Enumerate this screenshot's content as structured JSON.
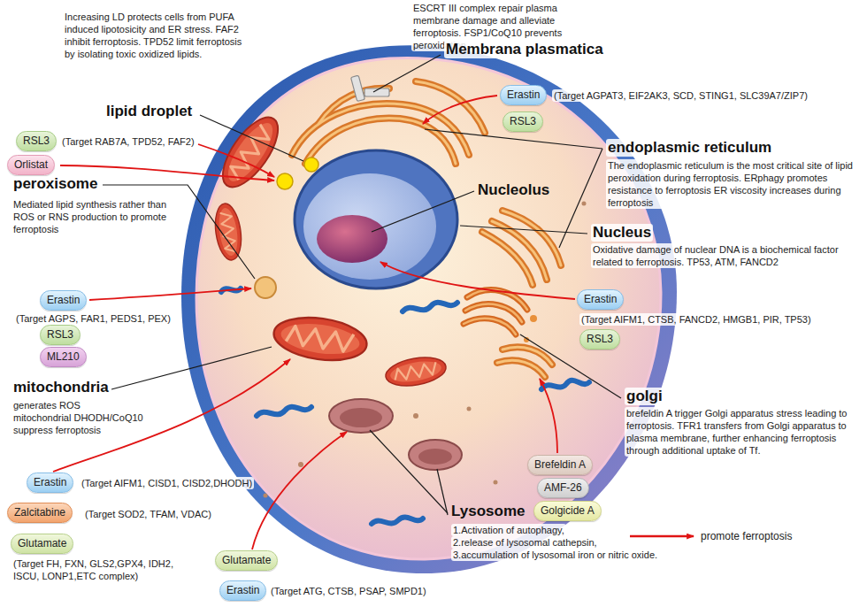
{
  "diagram": {
    "nodes": [
      {
        "text": [
          "Erastin"
        ]
      },
      {
        "text": [
          "RSL3"
        ]
      },
      {
        "text": [
          "RSL3"
        ]
      },
      {
        "text": [
          "Orlistat"
        ]
      },
      {
        "text": [
          "Erastin"
        ]
      },
      {
        "text": [
          "Erastin"
        ]
      },
      {
        "text": [
          "RSL3"
        ]
      },
      {
        "text": [
          "RSL3"
        ]
      },
      {
        "text": [
          "ML210"
        ]
      },
      {
        "text": [
          "Brefeldin A"
        ]
      },
      {
        "text": [
          "Erastin"
        ]
      },
      {
        "text": [
          "AMF-26"
        ]
      },
      {
        "text": [
          "Golgicide A"
        ]
      },
      {
        "text": [
          "Zalcitabine"
        ]
      },
      {
        "text": [
          "Glutamate"
        ]
      },
      {
        "text": [
          "Glutamate"
        ]
      },
      {
        "text": [
          "Erastin"
        ]
      }
    ],
    "labels": [
      "Increasing LD protects cells from PUFA induced lipotosicity and ER stress. FAF2 inhibit ferroptosis. TPD52 limit ferroptosis by isolating toxic oxidized lipids.",
      "lipid droplet",
      "(Target RAB7A, TPD52, FAF2)",
      "ESCRT III complex repair plasma membrane damage and alleviate ferroptosis. FSP1/CoQ10 prevents peroxidation.",
      "Membrana plasmatica",
      "(Target AGPAT3, EIF2AK3, SCD, STING1, SLC39A7/ZIP7)",
      "endoplasmic reticulum",
      "The endoplasmic reticulum is the most critical site of lipid peroxidation during ferroptosis. ERphagy promotes resistance to ferroptosis ER viscosity increases during ferroptosis",
      "Nucleolus",
      "peroxisome",
      "Mediated lipid synthesis rather than ROS or RNS production to promote ferroptosis",
      "Nucleus",
      "Oxidative damage of nuclear DNA is a biochemical factor related to ferroptosis. TP53, ATM, FANCD2",
      "(Target AGPS, FAR1, PEDS1, PEX)",
      "(Target AIFM1, CTSB, FANCD2, HMGB1, PIR, TP53)",
      "mitochondria",
      "generates ROS",
      "mitochondrial DHODH/CoQ10",
      "suppress ferroptosis",
      "golgi",
      "brefeldin A trigger Golgi apparatus stress leading to ferroptosis. TFR1 transfers from Golgi apparatus to plasma membrane, further enhancing ferroptosis through additional uptake of Tf.",
      "(Target AIFM1, CISD1, CISD2,DHODH)",
      "(Target SOD2, TFAM, VDAC)",
      "Lysosome",
      "1.Activation of autophagy,",
      "2.release of lysosomal cathepsin,",
      "3.accumulation of lysosomal iron or nitric oxide.",
      "(Target FH, FXN, GLS2,GPX4, IDH2, ISCU, LONP1,ETC complex)",
      "(Target ATG, CTSB, PSAP, SMPD1)"
    ],
    "legend": [
      {
        "text": "promote ferroptosis"
      }
    ]
  }
}
